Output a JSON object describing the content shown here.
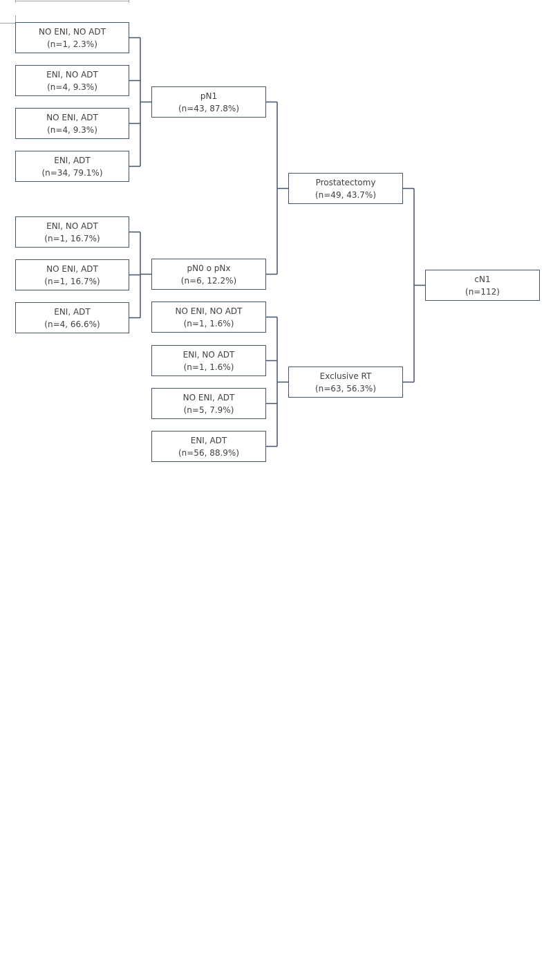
{
  "diagram": {
    "colors": {
      "box_border": "#44546a",
      "connector": "#44546a",
      "text": "#404040",
      "background": "#ffffff"
    },
    "nodes": {
      "cn1": {
        "title": "cN1",
        "count": "(n=112)"
      },
      "prostatectomy": {
        "title": "Prostatectomy",
        "count": "(n=49, 43.7%)"
      },
      "exclusive_rt": {
        "title": "Exclusive RT",
        "count": "(n=63, 56.3%)"
      },
      "pn1": {
        "title": "pN1",
        "count": "(n=43, 87.8%)"
      },
      "pn0_pnx": {
        "title": "pN0 o pNx",
        "count": "(n=6, 12.2%)"
      },
      "pn1_no_eni_no_adt": {
        "title": "NO ENI, NO ADT",
        "count": "(n=1, 2.3%)"
      },
      "pn1_eni_no_adt": {
        "title": "ENI, NO ADT",
        "count": "(n=4, 9.3%)"
      },
      "pn1_no_eni_adt": {
        "title": "NO ENI, ADT",
        "count": "(n=4, 9.3%)"
      },
      "pn1_eni_adt": {
        "title": "ENI, ADT",
        "count": "(n=34, 79.1%)"
      },
      "pn0_eni_no_adt": {
        "title": "ENI, NO ADT",
        "count": "(n=1, 16.7%)"
      },
      "pn0_no_eni_adt": {
        "title": "NO ENI, ADT",
        "count": "(n=1, 16.7%)"
      },
      "pn0_eni_adt": {
        "title": "ENI, ADT",
        "count": "(n=4, 66.6%)"
      },
      "rt_no_eni_no_adt": {
        "title": "NO ENI, NO ADT",
        "count": "(n=1, 1.6%)"
      },
      "rt_eni_no_adt": {
        "title": "ENI, NO ADT",
        "count": "(n=1, 1.6%)"
      },
      "rt_no_eni_adt": {
        "title": "NO ENI, ADT",
        "count": "(n=5, 7.9%)"
      },
      "rt_eni_adt": {
        "title": "ENI, ADT",
        "count": "(n=56, 88.9%)"
      }
    },
    "edges": [
      {
        "from": "cn1",
        "to": "prostatectomy"
      },
      {
        "from": "cn1",
        "to": "exclusive_rt"
      },
      {
        "from": "prostatectomy",
        "to": "pn1"
      },
      {
        "from": "prostatectomy",
        "to": "pn0_pnx"
      },
      {
        "from": "pn1",
        "to": "pn1_no_eni_no_adt"
      },
      {
        "from": "pn1",
        "to": "pn1_eni_no_adt"
      },
      {
        "from": "pn1",
        "to": "pn1_no_eni_adt"
      },
      {
        "from": "pn1",
        "to": "pn1_eni_adt"
      },
      {
        "from": "pn0_pnx",
        "to": "pn0_eni_no_adt"
      },
      {
        "from": "pn0_pnx",
        "to": "pn0_no_eni_adt"
      },
      {
        "from": "pn0_pnx",
        "to": "pn0_eni_adt"
      },
      {
        "from": "exclusive_rt",
        "to": "rt_no_eni_no_adt"
      },
      {
        "from": "exclusive_rt",
        "to": "rt_eni_no_adt"
      },
      {
        "from": "exclusive_rt",
        "to": "rt_no_eni_adt"
      },
      {
        "from": "exclusive_rt",
        "to": "rt_eni_adt"
      }
    ]
  }
}
